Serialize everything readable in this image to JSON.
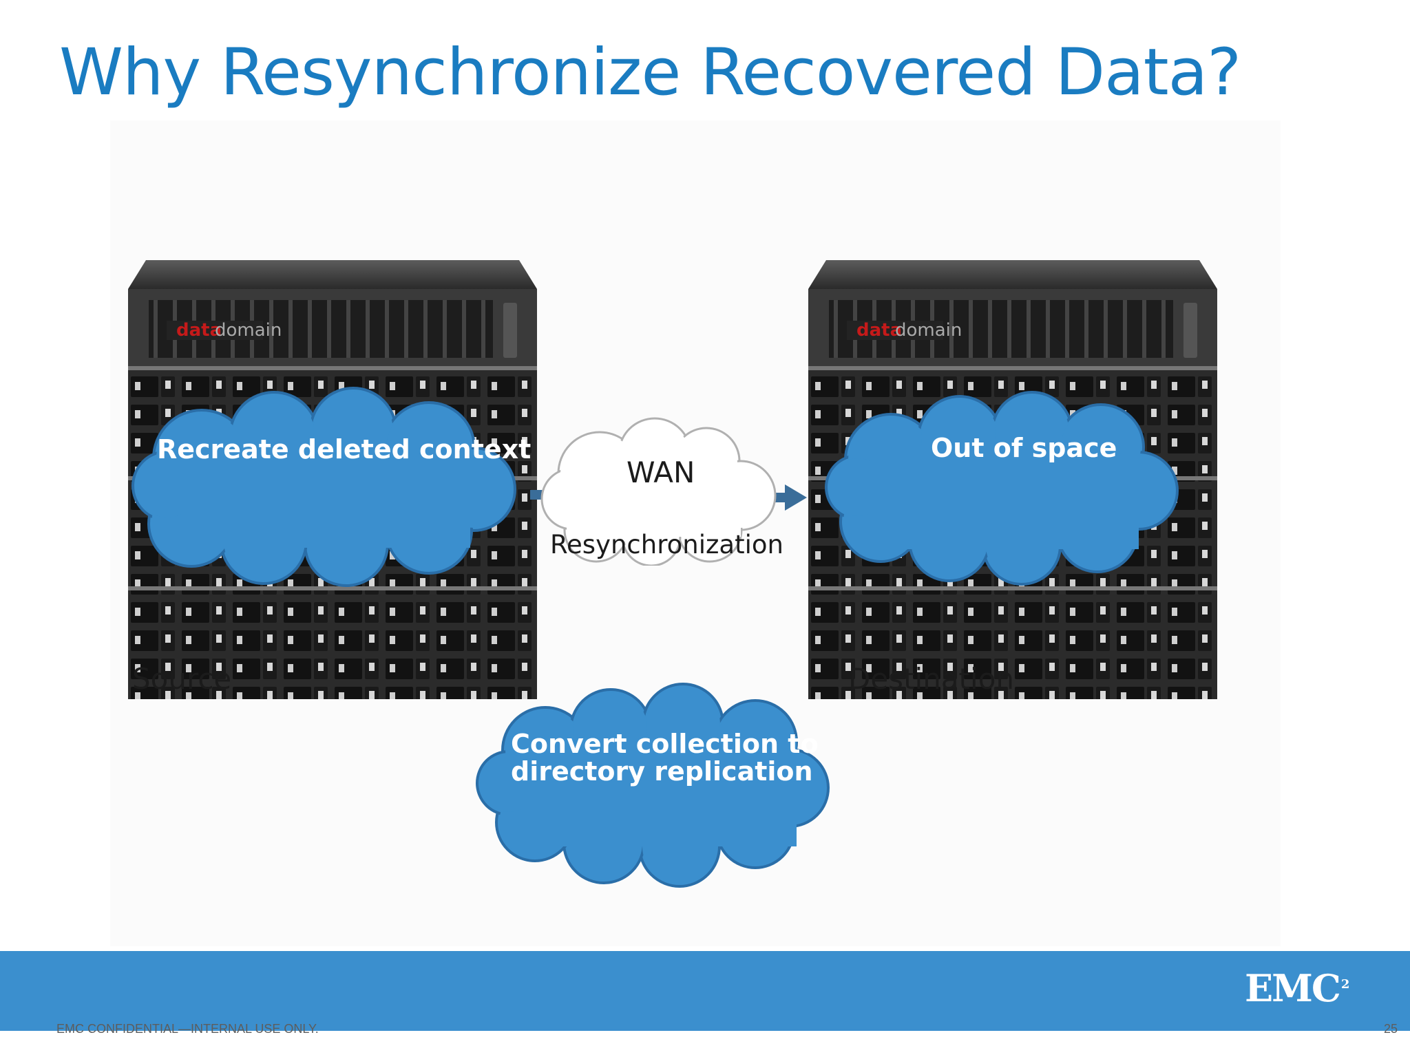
{
  "slide": {
    "title": "Why Resynchronize Recovered Data?",
    "page_number": "25",
    "confidential": "EMC CONFIDENTIAL—INTERNAL USE ONLY."
  },
  "diagram": {
    "source_label": "Source",
    "destination_label": "Destination",
    "device_brand": "datadomain",
    "wan_label": "WAN",
    "resync_label": "Resynchronization",
    "clouds": {
      "source": "Recreate deleted context",
      "destination": "Out of space",
      "bottom_line1": "Convert collection to",
      "bottom_line2": "directory replication"
    }
  },
  "colors": {
    "title": "#1a7cc1",
    "cloud_fill": "#3b8fce",
    "cloud_stroke": "#2a6ea8",
    "arrow": "#3a6d99",
    "footer": "#3b8fce"
  },
  "logo": {
    "text": "EMC",
    "superscript": "2"
  }
}
